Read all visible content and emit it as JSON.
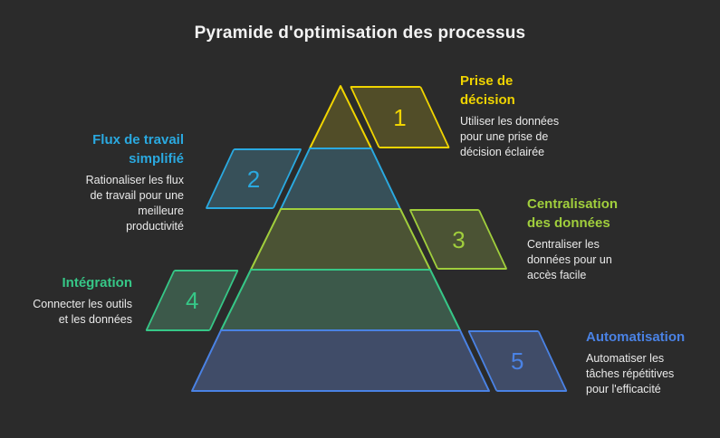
{
  "title": "Pyramide d'optimisation des processus",
  "theme": {
    "background": "#2b2b2b",
    "title_color": "#f3f3f3",
    "description_color": "#eaeaea"
  },
  "levels": [
    {
      "number": "1",
      "label": "Prise de\ndécision",
      "description": "Utiliser les données\npour une prise de\ndécision éclairée",
      "accent": "#f0d400",
      "fill": "#514d28",
      "side": "right"
    },
    {
      "number": "2",
      "label": "Flux de travail\nsimplifié",
      "description": "Rationaliser les flux\nde travail pour une\nmeilleure\nproductivité",
      "accent": "#2aa9e0",
      "fill": "#375059",
      "side": "left"
    },
    {
      "number": "3",
      "label": "Centralisation\ndes données",
      "description": "Centraliser les\ndonnées pour un\naccès facile",
      "accent": "#a0ce3c",
      "fill": "#4b5334",
      "side": "right"
    },
    {
      "number": "4",
      "label": "Intégration",
      "description": "Connecter les outils\net les données",
      "accent": "#36c787",
      "fill": "#3c594a",
      "side": "left"
    },
    {
      "number": "5",
      "label": "Automatisation",
      "description": "Automatiser les\ntâches répétitives\npour l'efficacité",
      "accent": "#4a82e4",
      "fill": "#404c68",
      "side": "right"
    }
  ]
}
